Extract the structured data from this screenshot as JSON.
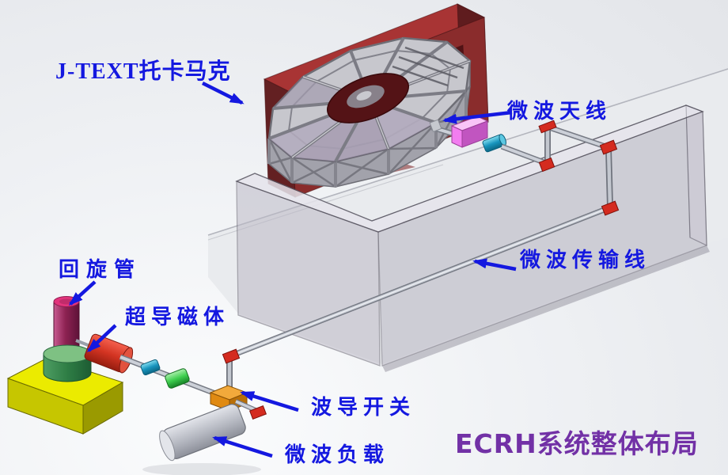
{
  "title": {
    "text": "ECRH系统整体布局"
  },
  "labels": {
    "tokamak": {
      "text": "J-TEXT托卡马克"
    },
    "antenna": {
      "text": "微波天线"
    },
    "transmission_line": {
      "text": "微波传输线"
    },
    "gyrotron": {
      "text": "回旋管"
    },
    "magnet": {
      "text": "超导磁体"
    },
    "waveguide_switch": {
      "text": "波导开关"
    },
    "load": {
      "text": "微波负载"
    }
  },
  "colors": {
    "annotation_blue": "#1418e0",
    "title_purple": "#7231a6",
    "tokamak_frame_maroon": "#8a2c2c",
    "truss_grey": "#9b9ba4",
    "shield_wall_translucent": "#c9c6d1",
    "antenna_pink": "#f27df0",
    "connector_cyan": "#17a0c8",
    "connector_green": "#3fcf4f",
    "fitting_red": "#d42b1f",
    "gyrotron_magenta": "#8e2353",
    "pedestal_green": "#2e7d45",
    "base_yellow": "#e3e300",
    "magnet_red": "#d93a28",
    "switch_orange": "#e08a12",
    "load_grey": "#b9bcc4"
  }
}
